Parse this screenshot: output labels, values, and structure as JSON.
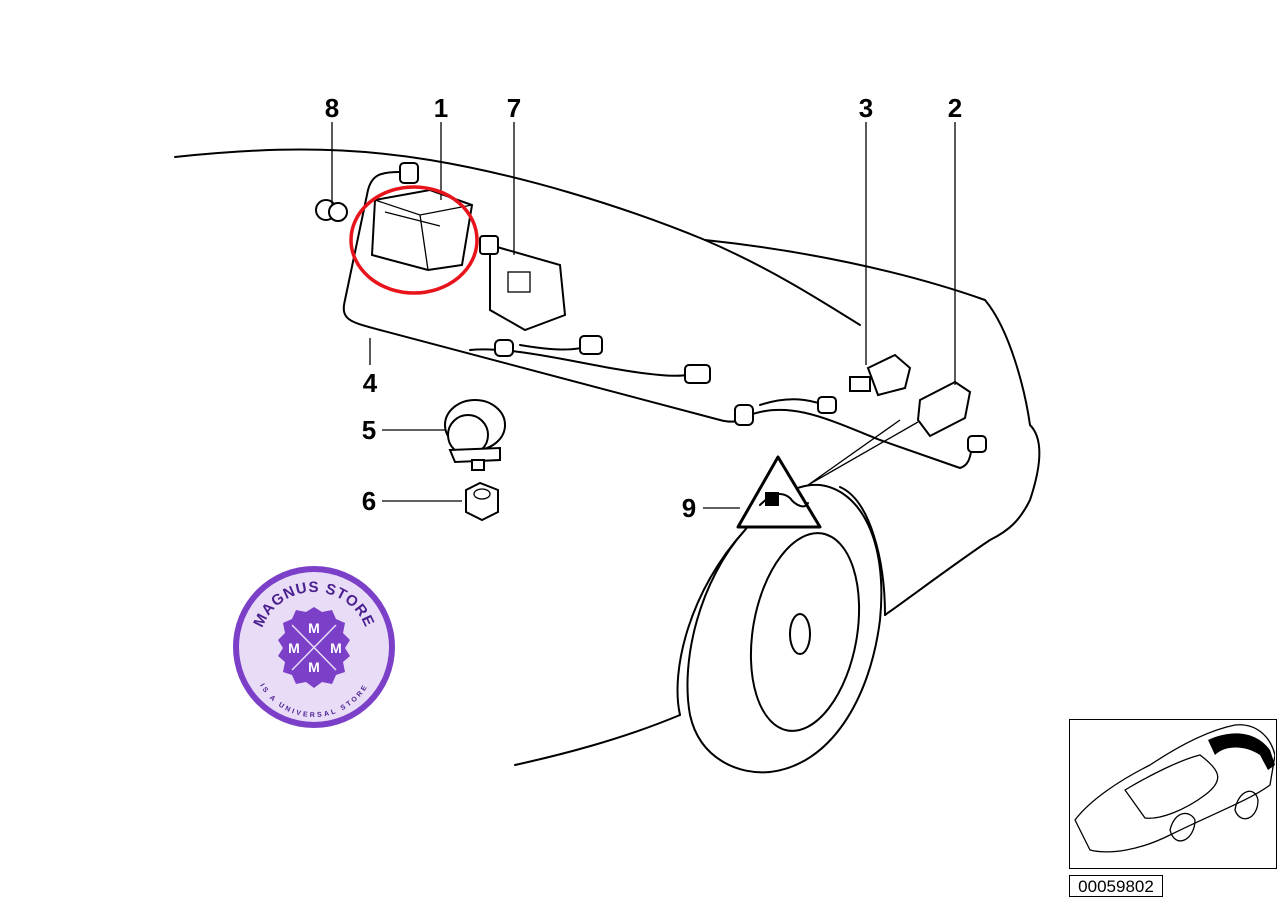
{
  "diagram": {
    "callouts": [
      "1",
      "2",
      "3",
      "4",
      "5",
      "6",
      "7",
      "8",
      "9"
    ],
    "reference_number": "00059802",
    "highlight_color": "#e8141c",
    "watermark": {
      "title": "MAGNUS STORE",
      "subtitle": "IS A UNIVERSAL STORE",
      "monogram": "M",
      "color": "#7b3fc8",
      "background": "#e9dcf7"
    }
  }
}
